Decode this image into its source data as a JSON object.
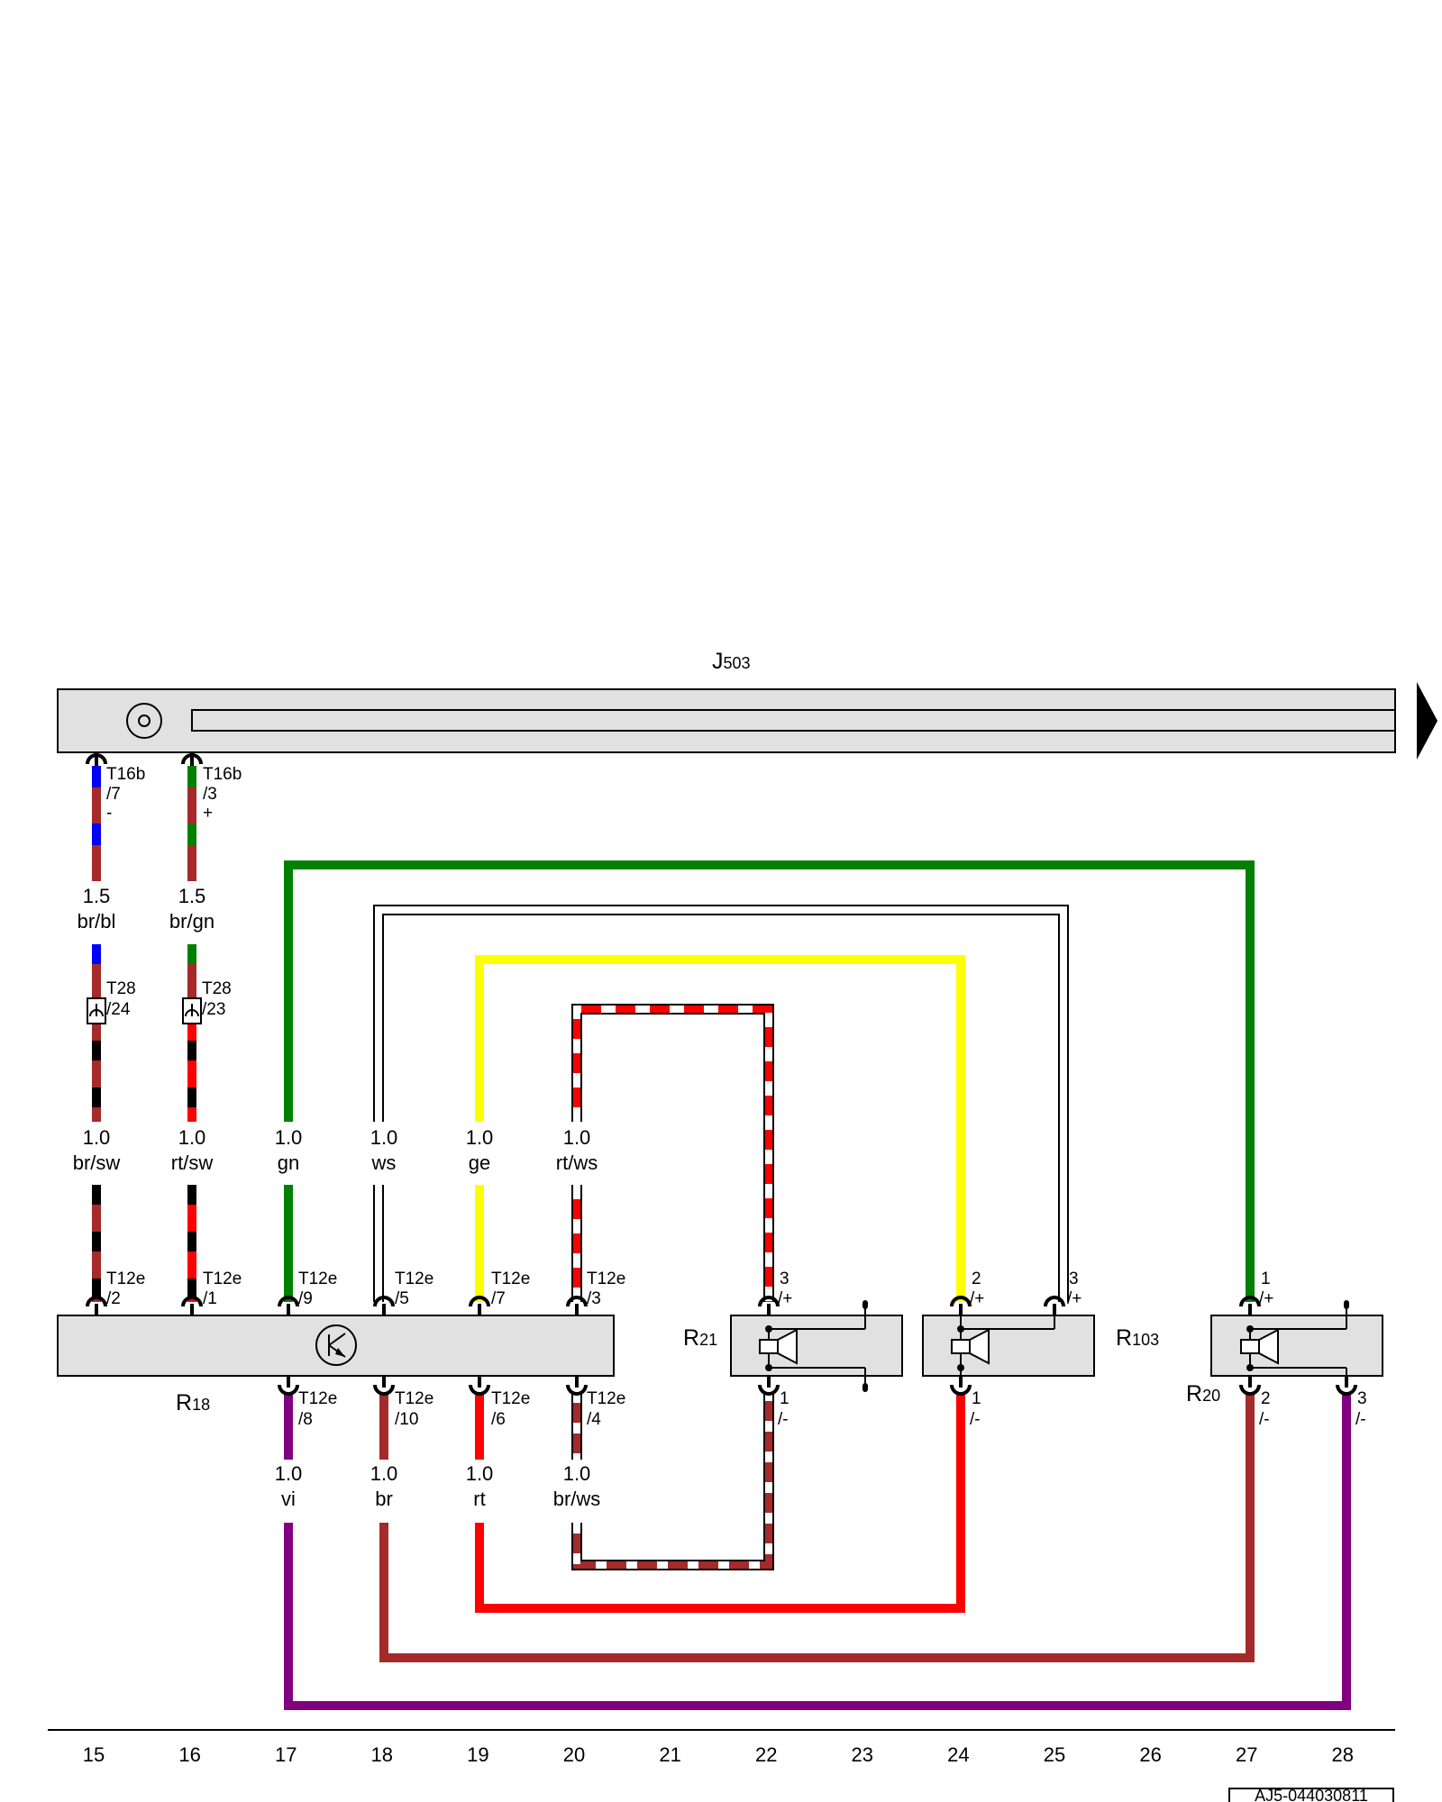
{
  "components": {
    "J503": {
      "name": "J",
      "sub": "503"
    },
    "R18": {
      "name": "R",
      "sub": "18"
    },
    "R21": {
      "name": "R",
      "sub": "21"
    },
    "R103": {
      "name": "R",
      "sub": "103"
    },
    "R20": {
      "name": "R",
      "sub": "20"
    }
  },
  "connectors_top": [
    {
      "conn": "T16b",
      "pin": "/7",
      "sign": "-"
    },
    {
      "conn": "T16b",
      "pin": "/3",
      "sign": "+"
    }
  ],
  "connectors_mid": [
    {
      "conn": "T28",
      "pin": "/24"
    },
    {
      "conn": "T28",
      "pin": "/23"
    }
  ],
  "wire_labels_upper": [
    {
      "size": "1.5",
      "color": "br/bl"
    },
    {
      "size": "1.5",
      "color": "br/gn"
    }
  ],
  "wire_labels_lower": [
    {
      "size": "1.0",
      "color": "br/sw"
    },
    {
      "size": "1.0",
      "color": "rt/sw"
    },
    {
      "size": "1.0",
      "color": "gn"
    },
    {
      "size": "1.0",
      "color": "ws"
    },
    {
      "size": "1.0",
      "color": "ge"
    },
    {
      "size": "1.0",
      "color": "rt/ws"
    }
  ],
  "r18_top_pins": [
    {
      "conn": "T12e",
      "pin": "/2"
    },
    {
      "conn": "T12e",
      "pin": "/1"
    },
    {
      "conn": "T12e",
      "pin": "/9"
    },
    {
      "conn": "T12e",
      "pin": "/5"
    },
    {
      "conn": "T12e",
      "pin": "/7"
    },
    {
      "conn": "T12e",
      "pin": "/3"
    }
  ],
  "r18_bottom_pins": [
    {
      "conn": "T12e",
      "pin": "/8"
    },
    {
      "conn": "T12e",
      "pin": "/10"
    },
    {
      "conn": "T12e",
      "pin": "/6"
    },
    {
      "conn": "T12e",
      "pin": "/4"
    }
  ],
  "wire_labels_bottom": [
    {
      "size": "1.0",
      "color": "vi"
    },
    {
      "size": "1.0",
      "color": "br"
    },
    {
      "size": "1.0",
      "color": "rt"
    },
    {
      "size": "1.0",
      "color": "br/ws"
    }
  ],
  "speaker_pins": {
    "r21_top": {
      "num": "3",
      "sign": "/+"
    },
    "r21_bottom": {
      "num": "1",
      "sign": "/-"
    },
    "r103_top_a": {
      "num": "2",
      "sign": "/+"
    },
    "r103_top_b": {
      "num": "3",
      "sign": "/+"
    },
    "r103_bottom": {
      "num": "1",
      "sign": "/-"
    },
    "r20_top": {
      "num": "1",
      "sign": "/+"
    },
    "r20_bottom_a": {
      "num": "2",
      "sign": "/-"
    },
    "r20_bottom_b": {
      "num": "3",
      "sign": "/-"
    }
  },
  "track_numbers": [
    "15",
    "16",
    "17",
    "18",
    "19",
    "20",
    "21",
    "22",
    "23",
    "24",
    "25",
    "26",
    "27",
    "28"
  ],
  "diagram_code": "AJ5-044030811",
  "wire_colors": {
    "br": "#a52a2a",
    "bl": "#0000ff",
    "gn": "#008000",
    "rt": "#ff0000",
    "sw": "#000000",
    "ws": "#ffffff",
    "ge": "#ffff00",
    "vi": "#800080"
  }
}
